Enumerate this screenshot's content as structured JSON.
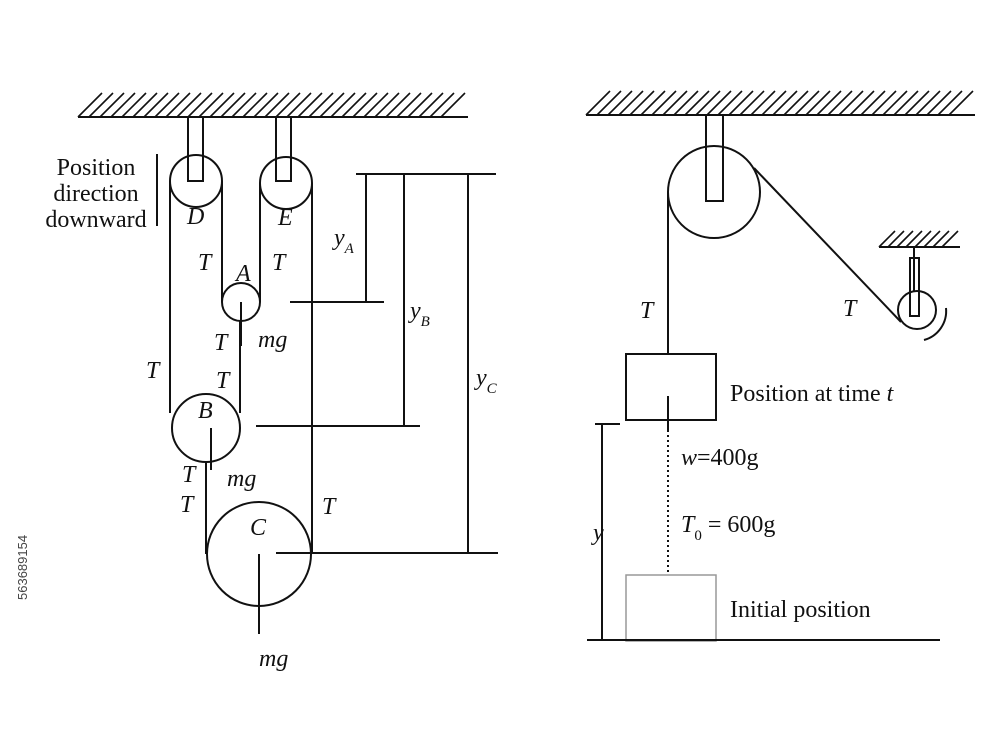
{
  "left_diagram": {
    "pulleys": {
      "D": "D",
      "E": "E",
      "A": "A",
      "B": "B",
      "C": "C"
    },
    "note_lines": [
      "Position",
      "direction",
      "downward"
    ],
    "tension": "T",
    "weight": "mg",
    "y_labels": [
      {
        "base": "y",
        "sub": "A"
      },
      {
        "base": "y",
        "sub": "B"
      },
      {
        "base": "y",
        "sub": "C"
      }
    ]
  },
  "right_diagram": {
    "tension": "T",
    "block_label_prefix": "Position at time ",
    "block_label_var": "t",
    "weight_var": "w",
    "weight_value": "=400g",
    "t0_base": "T",
    "t0_sub": "0",
    "t0_value": " = 600g",
    "y_label": "y",
    "initial_label": "Initial position"
  },
  "watermark": "563689154"
}
